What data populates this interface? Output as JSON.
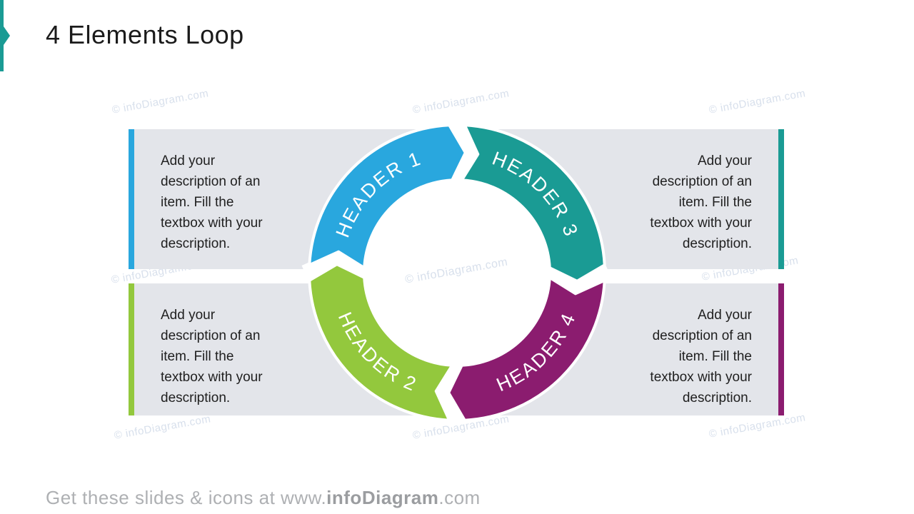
{
  "slide": {
    "title": "4 Elements Loop",
    "watermark": "© infoDiagram.com",
    "footer": {
      "prefix": "Get these slides & icons at www.",
      "brand": "infoDiagram",
      "suffix": ".com"
    }
  },
  "colors": {
    "accent_teal": "#1A9B94",
    "box_background": "#E3E5EA",
    "watermark_text": "#D8E0EC"
  },
  "loop": {
    "direction": "clockwise",
    "items": [
      {
        "label": "HEADER 1",
        "color": "#29A7DE",
        "position": "top-left",
        "description": "Add your\ndescription of an\nitem. Fill the\ntextbox with your\ndescription."
      },
      {
        "label": "HEADER 2",
        "color": "#93C83D",
        "position": "bottom-left",
        "description": "Add your\ndescription of an\nitem. Fill the\ntextbox with your\ndescription."
      },
      {
        "label": "HEADER 3",
        "color": "#1A9B94",
        "position": "top-right",
        "description": "Add your\ndescription of an\nitem. Fill the\ntextbox with your\ndescription."
      },
      {
        "label": "HEADER 4",
        "color": "#8B1C6F",
        "position": "bottom-right",
        "description": "Add your\ndescription of an\nitem. Fill the\ntextbox with your\ndescription."
      }
    ]
  }
}
